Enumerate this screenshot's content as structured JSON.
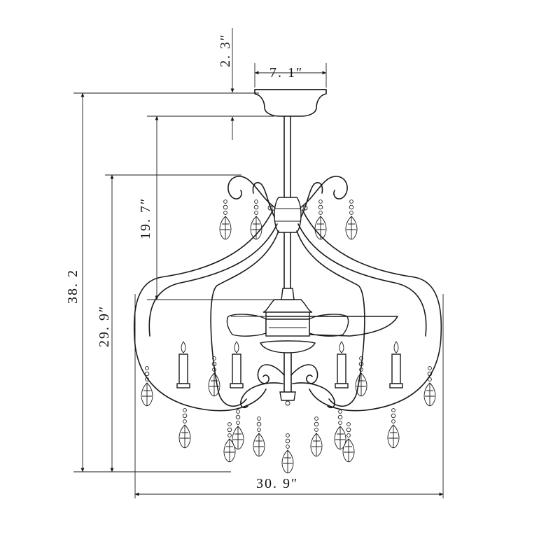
{
  "dimensions": {
    "canopy_height": "2. 3″",
    "canopy_width": "7. 1″",
    "downrod_length": "19. 7″",
    "overall_height": "38. 2",
    "fixture_height": "29. 9″",
    "overall_width": "30. 9″"
  },
  "colors": {
    "line": "#1a1a1a",
    "background": "#ffffff"
  }
}
